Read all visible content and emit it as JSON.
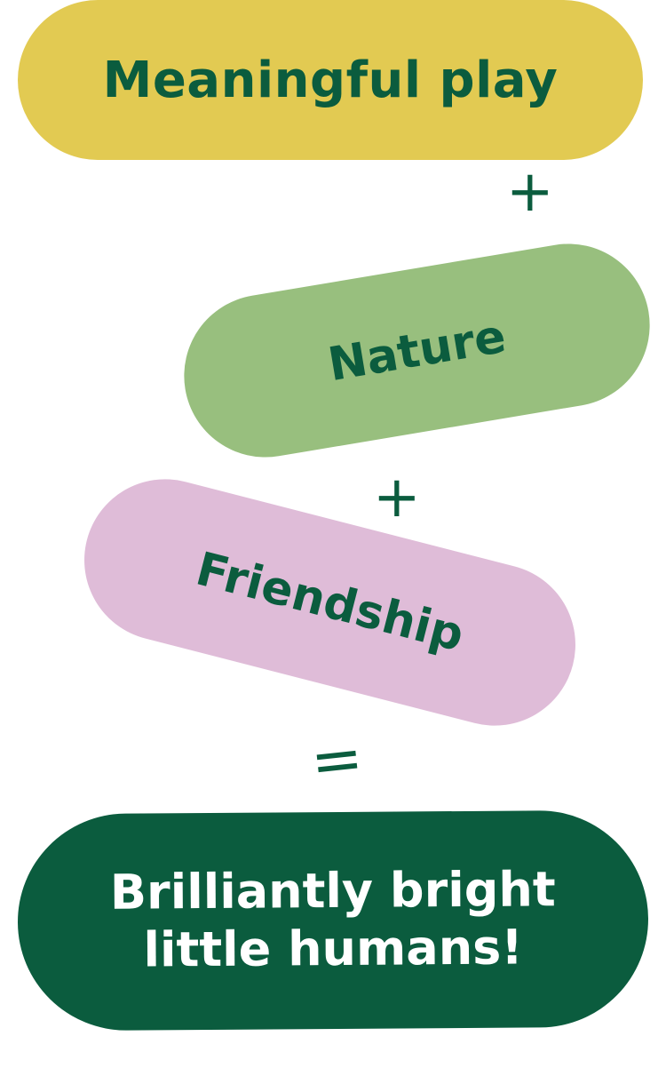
{
  "items": [
    {
      "label": "Meaningful play",
      "color": "#e2ca52"
    },
    {
      "label": "Nature",
      "color": "#98bf7e"
    },
    {
      "label": "Friendship",
      "color": "#dfbcd8"
    }
  ],
  "operators": {
    "plus": "+",
    "equals": "="
  },
  "result": {
    "line1": "Brilliantly bright",
    "line2": "little humans!",
    "color": "#0b5c3e"
  }
}
